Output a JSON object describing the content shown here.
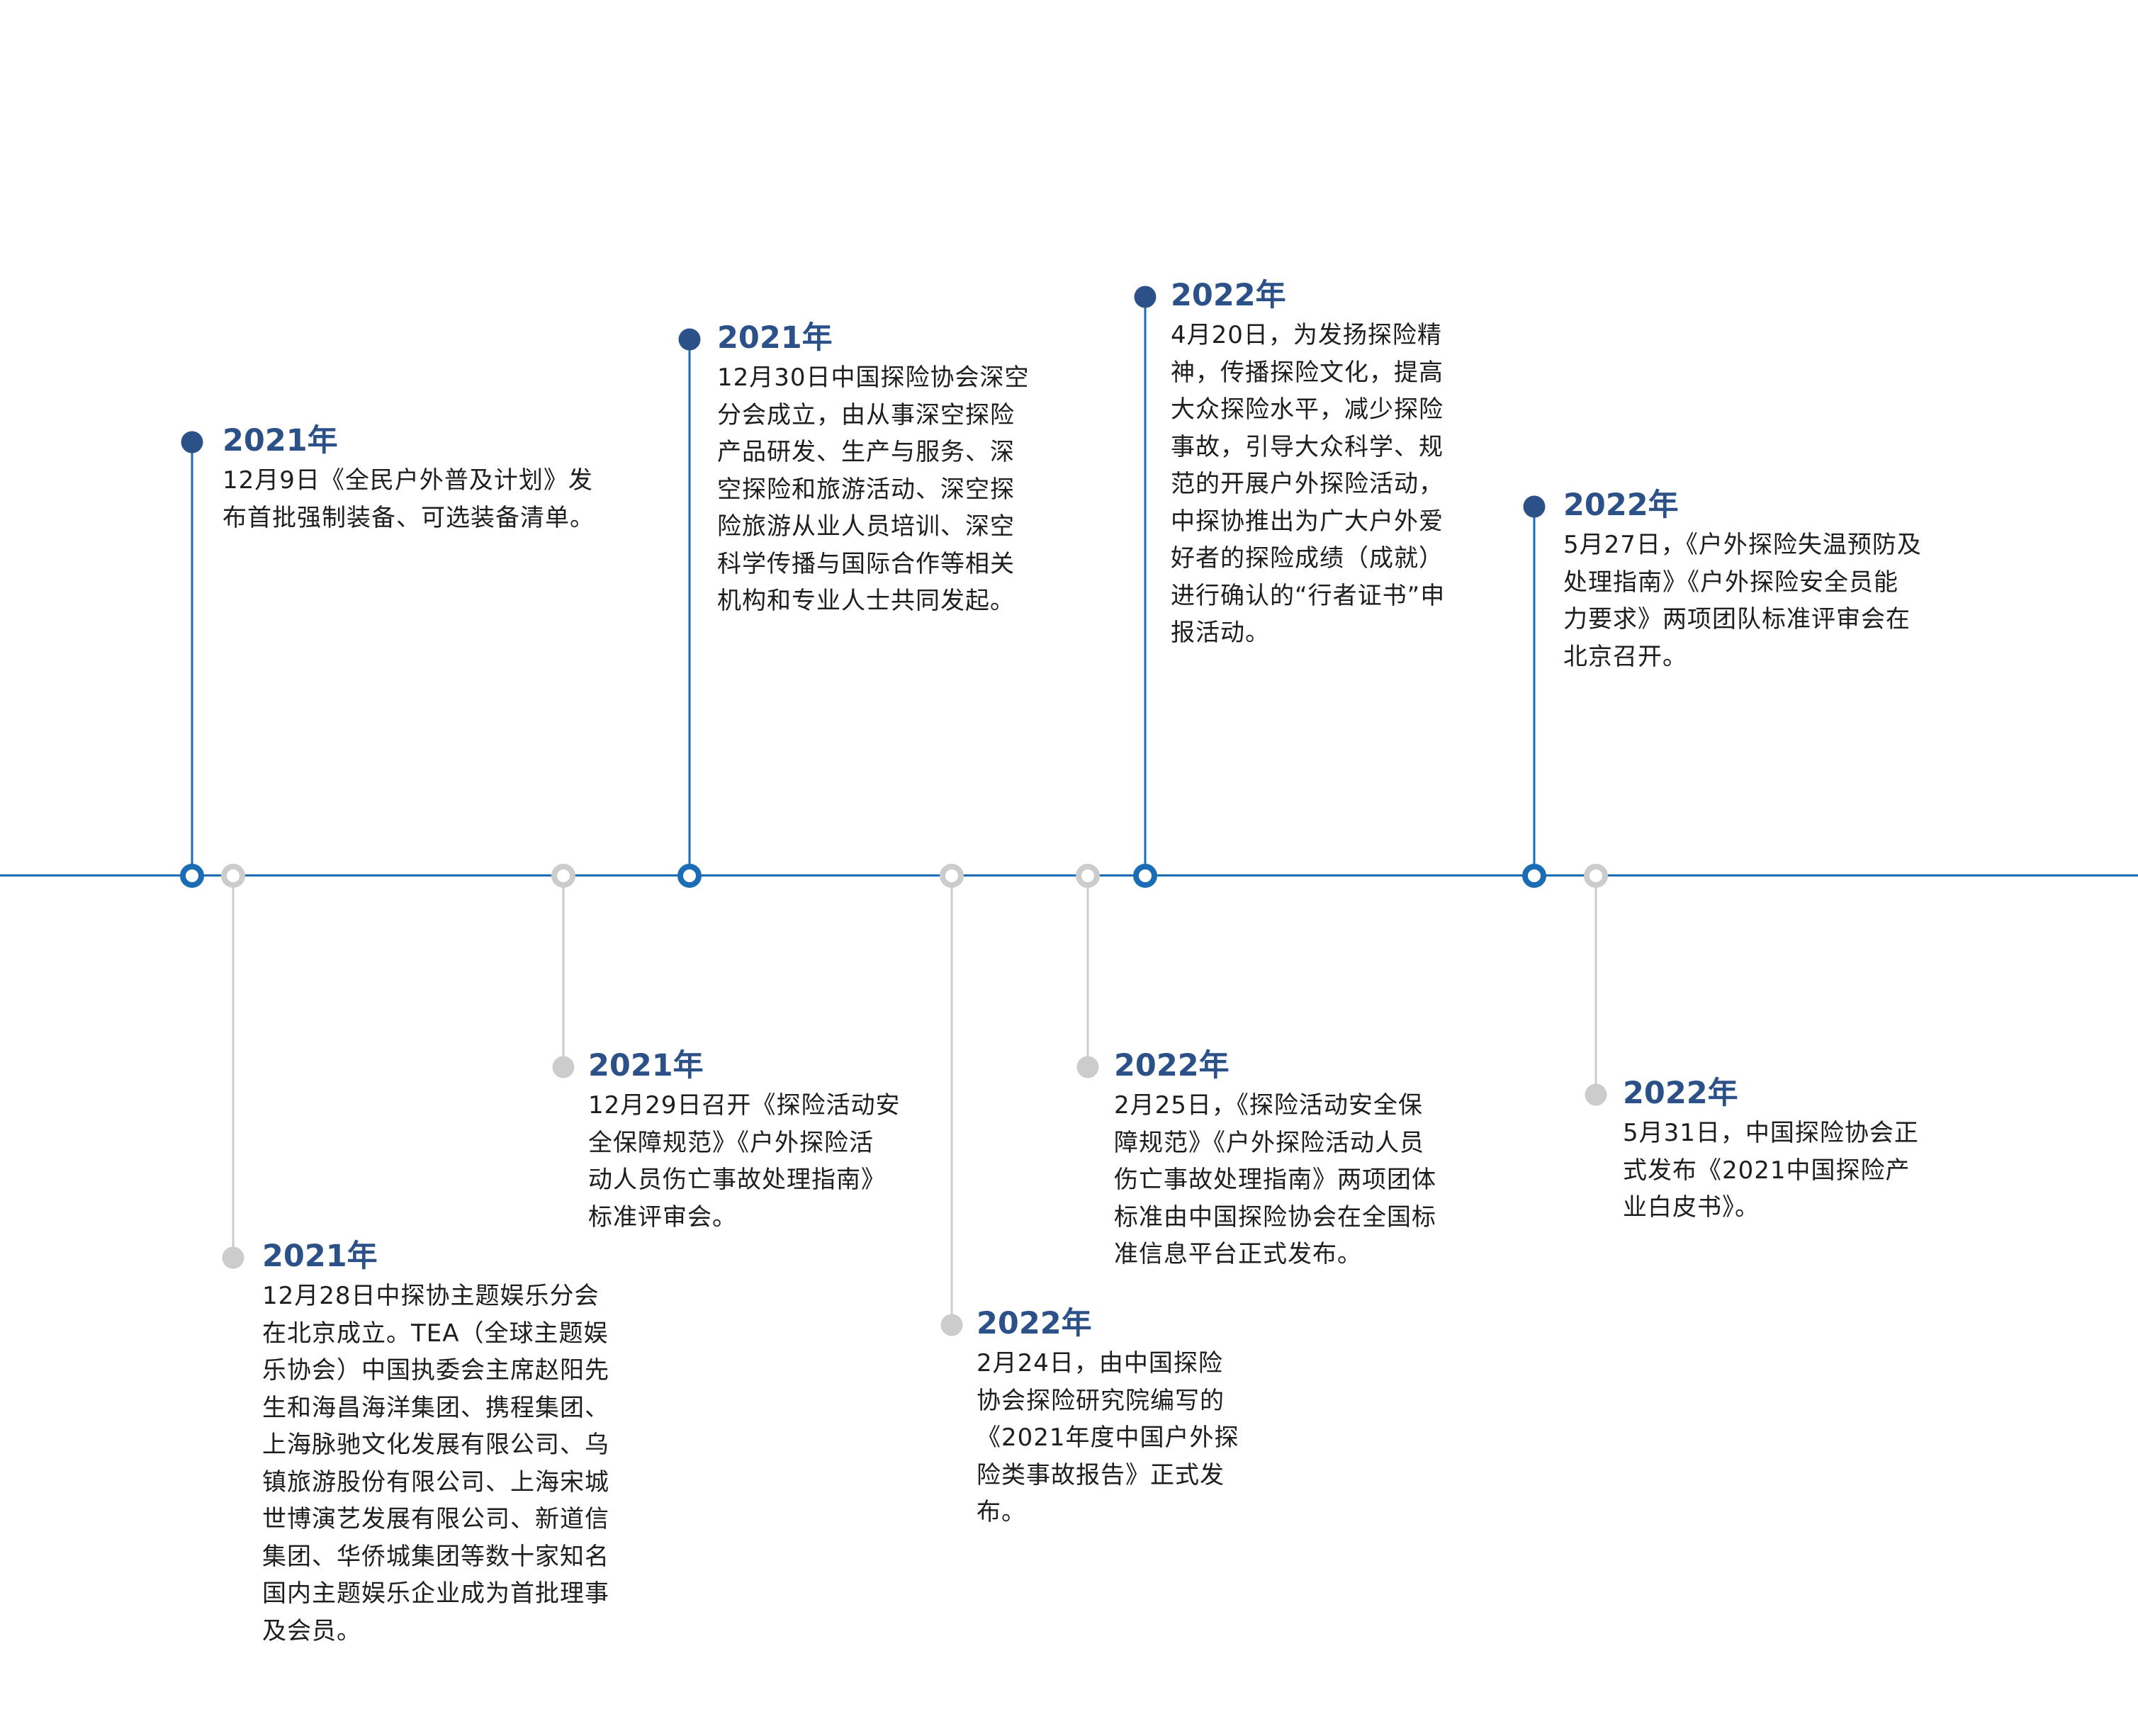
{
  "colors": {
    "axis": "#1a6db4",
    "title": "#2c5189",
    "inactive": "#cccccc",
    "text": "#1e1e1e"
  },
  "events": [
    {
      "year": "2021年",
      "side": "top",
      "active": true,
      "lines": [
        "12月9日《全民户外普及计划》发",
        "布首批强制装备、可选装备清单。"
      ]
    },
    {
      "year": "2021年",
      "side": "bottom",
      "active": false,
      "lines": [
        "12月28日中探协主题娱乐分会",
        "在北京成立。TEA（全球主题娱",
        "乐协会）中国执委会主席赵阳先",
        "生和海昌海洋集团、携程集团、",
        "上海脉驰文化发展有限公司、乌",
        "镇旅游股份有限公司、上海宋城",
        "世博演艺发展有限公司、新道信",
        "集团、华侨城集团等数十家知名",
        "国内主题娱乐企业成为首批理事",
        "及会员。"
      ]
    },
    {
      "year": "2021年",
      "side": "bottom",
      "active": false,
      "lines": [
        "12月29日召开《探险活动安",
        "全保障规范》《户外探险活",
        "动人员伤亡事故处理指南》",
        "标准评审会。"
      ]
    },
    {
      "year": "2021年",
      "side": "top",
      "active": true,
      "lines": [
        "12月30日中国探险协会深空",
        "分会成立，由从事深空探险",
        "产品研发、生产与服务、深",
        "空探险和旅游活动、深空探",
        "险旅游从业人员培训、深空",
        "科学传播与国际合作等相关",
        "机构和专业人士共同发起。"
      ]
    },
    {
      "year": "2022年",
      "side": "bottom",
      "active": false,
      "lines": [
        "2月24日，由中国探险",
        "协会探险研究院编写的",
        "《2021年度中国户外探",
        "险类事故报告》正式发",
        "布。"
      ]
    },
    {
      "year": "2022年",
      "side": "bottom",
      "active": false,
      "lines": [
        "2月25日，《探险活动安全保",
        "障规范》《户外探险活动人员",
        "伤亡事故处理指南》两项团体",
        "标准由中国探险协会在全国标",
        "准信息平台正式发布。"
      ]
    },
    {
      "year": "2022年",
      "side": "top",
      "active": true,
      "lines": [
        "4月20日，为发扬探险精",
        "神，传播探险文化，提高",
        "大众探险水平，减少探险",
        "事故，引导大众科学、规",
        "范的开展户外探险活动，",
        "中探协推出为广大户外爱",
        "好者的探险成绩（成就）",
        "进行确认的“行者证书”申",
        "报活动。"
      ]
    },
    {
      "year": "2022年",
      "side": "top",
      "active": true,
      "lines": [
        "5月27日，《户外探险失温预防及",
        "处理指南》《户外探险安全员能",
        "力要求》两项团队标准评审会在",
        "北京召开。"
      ]
    },
    {
      "year": "2022年",
      "side": "bottom",
      "active": false,
      "lines": [
        "5月31日，中国探险协会正",
        "式发布《2021中国探险产",
        "业白皮书》。"
      ]
    }
  ]
}
